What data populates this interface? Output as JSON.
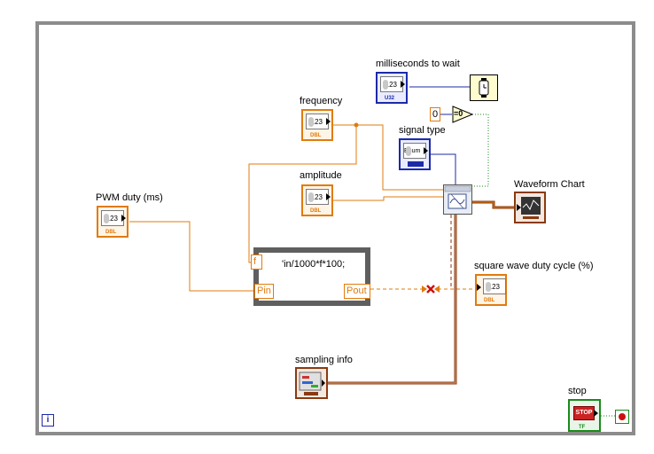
{
  "labels": {
    "milliseconds_to_wait": "milliseconds to wait",
    "frequency": "frequency",
    "signal_type": "signal type",
    "amplitude": "amplitude",
    "pwm_duty": "PWM duty (ms)",
    "waveform_chart": "Waveform Chart",
    "square_wave_duty": "square wave duty cycle (%)",
    "sampling_info": "sampling info",
    "stop": "stop"
  },
  "terminal_text": {
    "numeric": "1.23",
    "dbl": "DBL",
    "u32": "U32",
    "enum": "Enum",
    "stop_button": "STOP",
    "tf": "TF"
  },
  "formula_node": {
    "code": "'in/1000*f*100;",
    "input_f": "f",
    "input_pin": "Pin",
    "output_pout": "Pout"
  },
  "constant_zero": "0",
  "equal_zero_symbol": "=0",
  "diagram_info_icon": "i",
  "colors": {
    "dbl_wire": "#e07b0f",
    "integer_wire": "#1d2aa8",
    "cluster_wire": "#8a3a10",
    "boolean_wire": "#1a8a1a",
    "frame": "#8c8c8c"
  }
}
